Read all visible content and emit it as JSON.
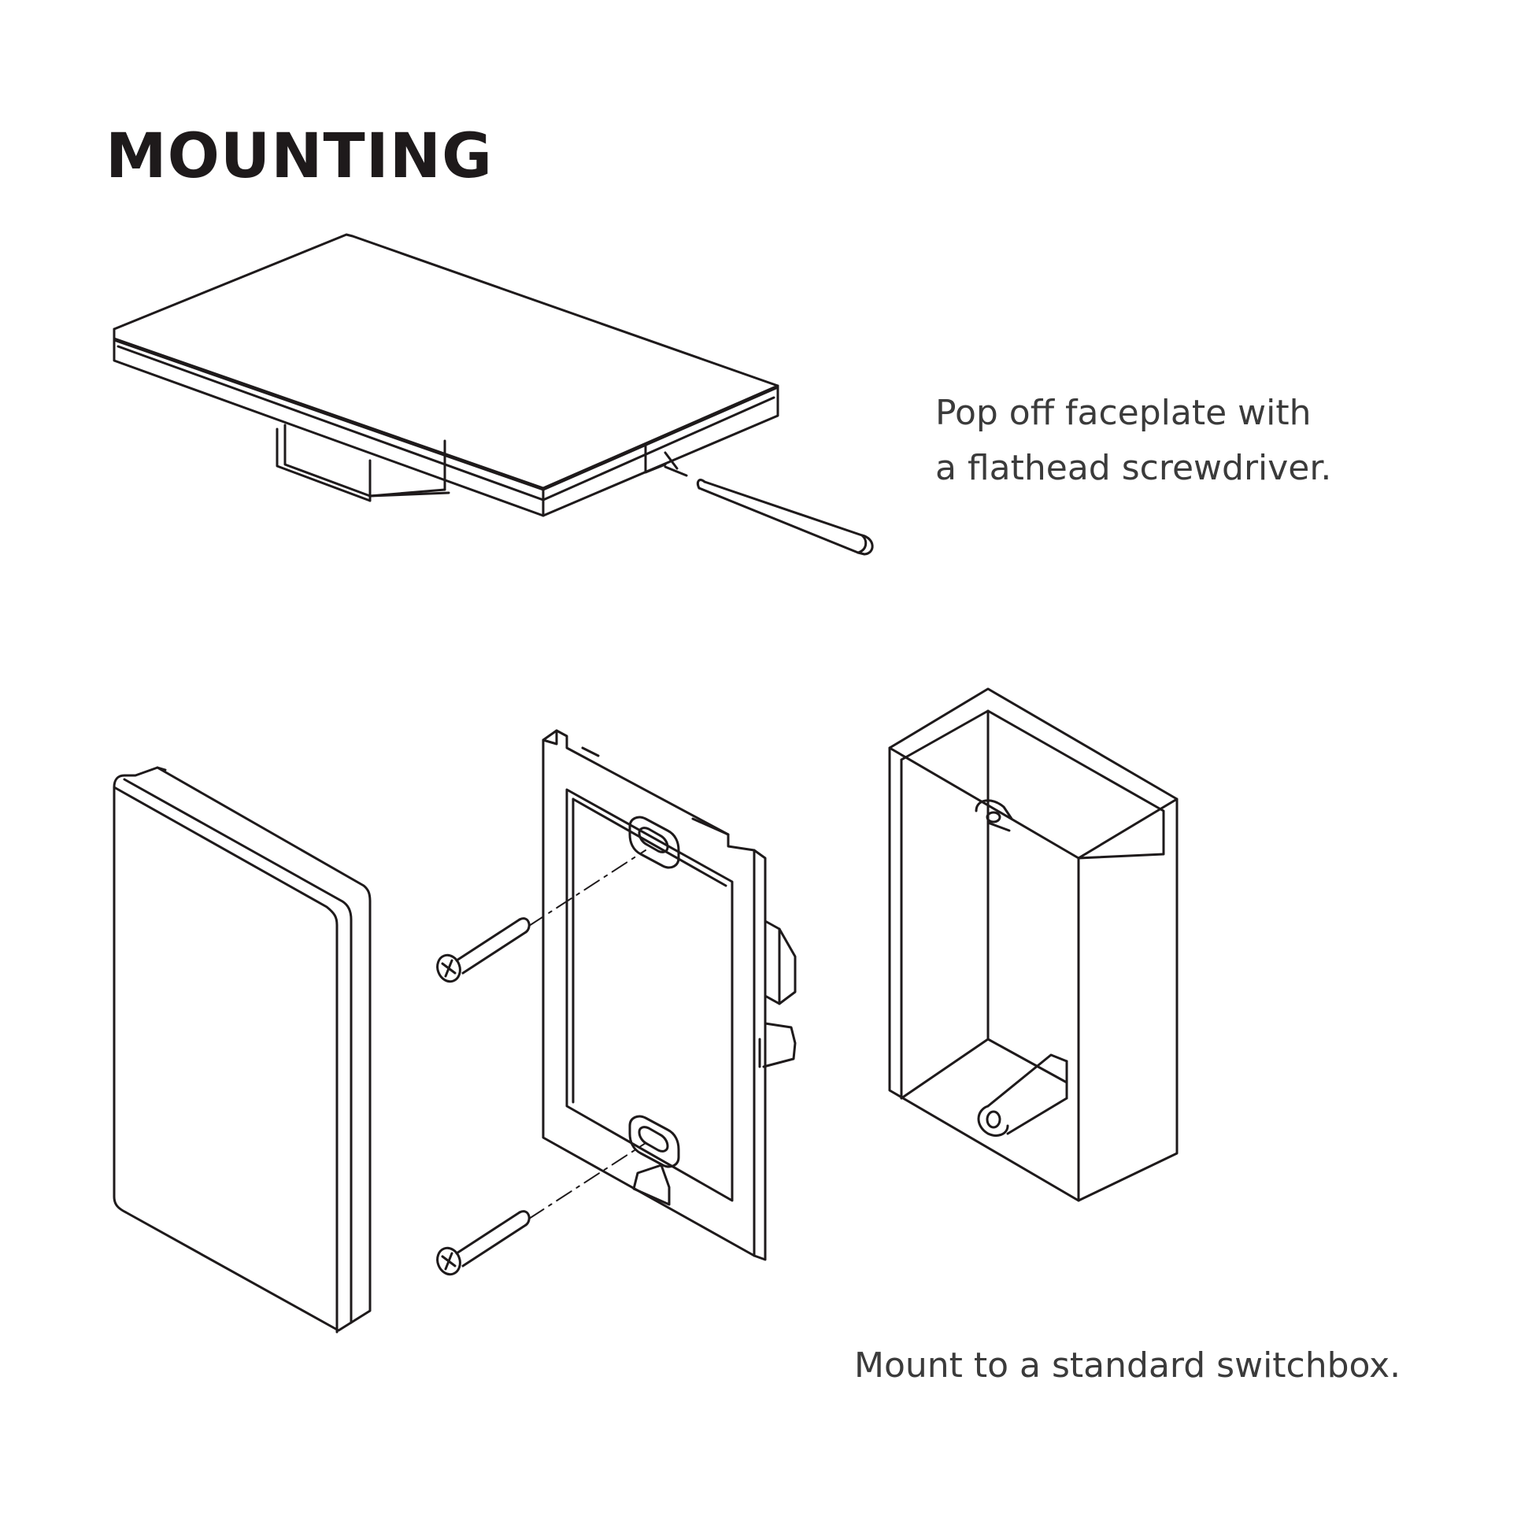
{
  "title": "MOUNTING",
  "step1": {
    "caption_line1": "Pop off faceplate with",
    "caption_line2": "a flathead screwdriver."
  },
  "step2": {
    "caption": "Mount to a standard switchbox."
  },
  "colors": {
    "ink": "#1e1a1b",
    "text": "#3b3b3b",
    "background": "#ffffff"
  },
  "illustrations": [
    "faceplate-with-screwdriver",
    "faceplate",
    "mounting-bracket",
    "mounting-screws",
    "switchbox"
  ]
}
